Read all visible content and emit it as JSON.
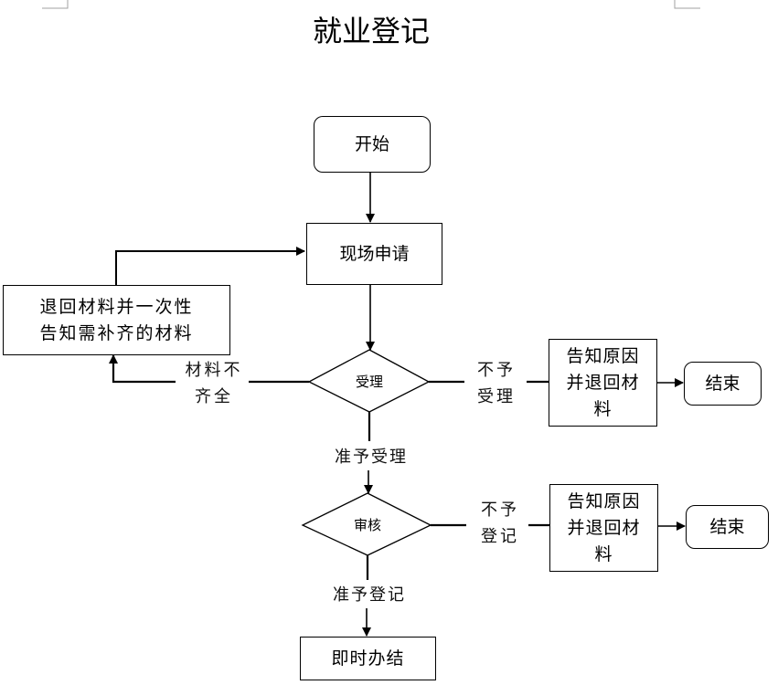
{
  "title": "就业登记",
  "nodes": {
    "start": "开始",
    "apply": "现场申请",
    "return_materials": "退回材料并一次性\n告知需补齐的材料",
    "decision_accept": "受理",
    "reject_accept": "告知原因\n并退回材\n料",
    "end_1": "结束",
    "decision_review": "审核",
    "reject_register": "告知原因\n并退回材\n料",
    "end_2": "结束",
    "finish": "即时办结"
  },
  "edges": {
    "incomplete": "材料不\n齐全",
    "not_accepted": "不予\n受理",
    "accepted": "准予受理",
    "not_registered": "不予\n登记",
    "registered": "准予登记"
  },
  "colors": {
    "stroke": "#000000",
    "corner_mark": "#a0a0a0",
    "background": "#ffffff"
  }
}
